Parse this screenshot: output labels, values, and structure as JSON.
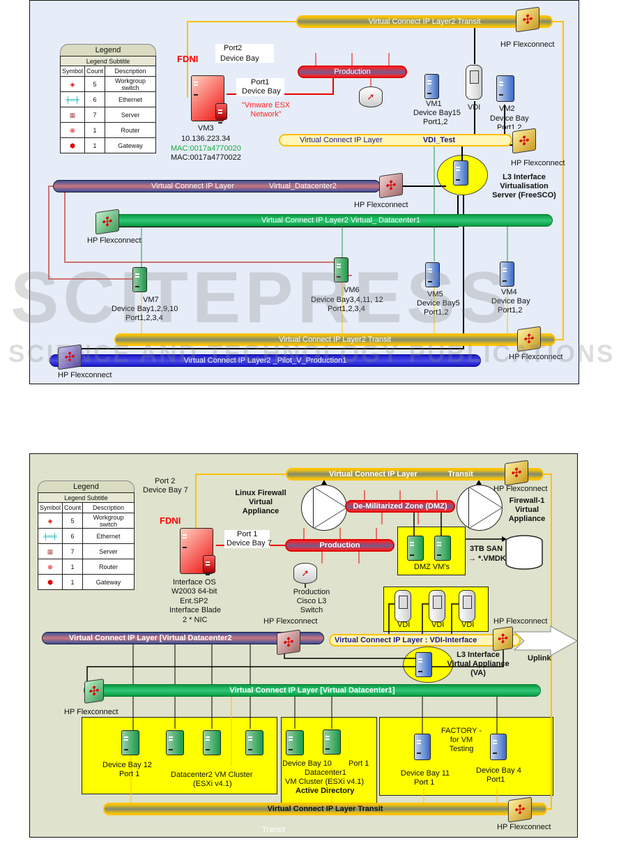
{
  "legend": {
    "title": "Legend",
    "subtitle": "Legend Subtitle",
    "columns": [
      "Symbol",
      "Count",
      "Description"
    ],
    "rows": [
      {
        "icon": "workgroup-switch-icon",
        "count": "5",
        "description": "Workgroup switch"
      },
      {
        "icon": "ethernet-icon",
        "count": "6",
        "description": "Ethernet"
      },
      {
        "icon": "server-icon",
        "count": "7",
        "description": "Server"
      },
      {
        "icon": "router-icon",
        "count": "1",
        "description": "Router"
      },
      {
        "icon": "gateway-icon",
        "count": "1",
        "description": "Gateway"
      }
    ]
  },
  "panel1": {
    "transit_top": "Virtual Connect IP Layer2 Transit",
    "flex_label": "HP Flexconnect",
    "fdni": "FDNI",
    "port2_line1": "Port2",
    "port2_line2": "Device Bay",
    "port1_line1": "Port1",
    "port1_line2": "Device Bay",
    "esx_network": "\"Vmware ESX Network\"",
    "vm3": {
      "name": "VM3",
      "ip": "10.136.223.34",
      "mac1": "MAC:0017a4770020",
      "mac2": "MAC:0017a4770022"
    },
    "production": "Production",
    "vm1": {
      "name": "VM1",
      "bay": "Device Bay15",
      "port": "Port1,2"
    },
    "vdi": "VDI",
    "vm2": {
      "name": "VM2",
      "bay": "Device Bay",
      "port": "Port1,2"
    },
    "vdi_pipe": "Virtual Connect IP Layer",
    "vdi_test": "VDI_Test",
    "l3": "L3 Interface Virtualisation Server (FreeSCO)",
    "dc2_pipe_a": "Virtual Connect IP Layer",
    "dc2_pipe_b": "Virtual_Datacenter2",
    "dc1_pipe": "Virtual Connect IP Layer2 Virtual_   Datacenter1",
    "vm7": {
      "name": "VM7",
      "bay": "Device Bay1,2,9,10",
      "port": "Port1,2,3,4"
    },
    "vm6": {
      "name": "VM6",
      "bay": "Device Bay3,4,11, 12",
      "port": "Port1,2,3,4"
    },
    "vm5": {
      "name": "VM5",
      "bay": "Device Bay5",
      "port": "Port1,2"
    },
    "vm4": {
      "name": "VM4",
      "bay": "Device Bay",
      "port": "Port1,2"
    },
    "transit_bottom": "Virtual Connect IP Layer2 Transit",
    "pilot_pipe": "Virtual Connect IP Layer2  _Pilot_V_Production1"
  },
  "panel2": {
    "transit_top_a": "Virtual Connect IP Layer",
    "transit_top_b": "Transit",
    "flex_label": "HP Flexconnect",
    "port2_line1": "Port 2",
    "port2_line2": "Device Bay 7",
    "linux_fw": "Linux Firewall Virtual Appliance",
    "fdni": "FDNI",
    "port1_line1": "Port 1",
    "port1_line2": "Device Bay 7",
    "interface_os": [
      "Interface OS",
      "W2003 64-bit",
      "Ent.SP2",
      "Interface Blade",
      "2 * NIC"
    ],
    "dmz": "De-Militarized Zone (DMZ)",
    "firewall1": "Firewall-1 Virtual Appliance",
    "production": "Production",
    "router_label": "Production Cisco L3 Switch",
    "dmz_vms": "DMZ VM's",
    "san": "3TB SAN",
    "vmdk": "→ *.VMDK",
    "vdi": "VDI",
    "vdi_pipe": "Virtual Connect IP Layer : VDI-Interface",
    "uplink": "Uplink",
    "l3": "L3 Interface Virtual Appliance (VA)",
    "dc2_pipe": "Virtual Connect IP Layer [Virtual Datacenter2",
    "dc1_pipe": "Virtual Connect IP Layer [Virtual Datacenter1]",
    "box1": {
      "bay": "Device Bay 12",
      "port": "Port 1",
      "cluster": "Datacenter2 VM Cluster",
      "esx": "(ESXi v4.1)"
    },
    "box2": {
      "bay": "Device Bay 10",
      "port": "Port  1",
      "dc": "Datacenter1",
      "cluster": "VM Cluster (ESXi v4.1)",
      "ad": "Active Directory"
    },
    "box3": {
      "factory": "FACTORY - for VM Testing",
      "bay11": "Device Bay 11",
      "port11": "Port 1",
      "bay4": "Device Bay 4",
      "port4": "Port1"
    },
    "transit_bottom": "Virtual Connect IP Layer Transit",
    "transit_note": ": Transit"
  },
  "watermark": {
    "big": "SCITEPRESS",
    "small": "SCIENCE AND TECHNOLOGY PUBLICATIONS"
  },
  "colors": {
    "panel1_bg": "#e6edf8",
    "panel2_bg": "#dfe2cc",
    "transit": "#ffc000",
    "production": "#e00000",
    "dc1": "#0a9a40",
    "highlight": "#ffff00"
  }
}
